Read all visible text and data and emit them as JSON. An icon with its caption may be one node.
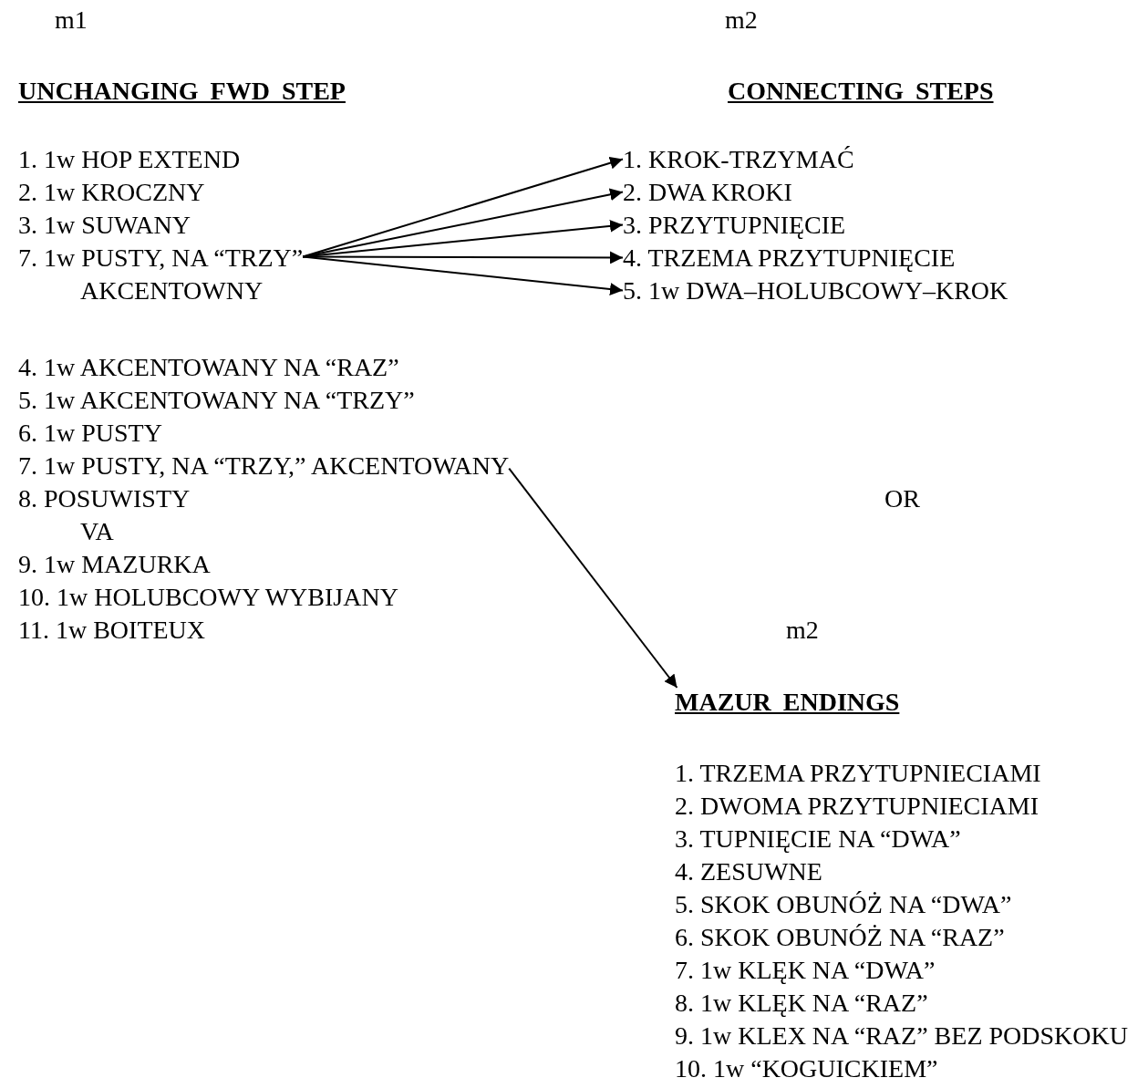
{
  "diagram": {
    "nodes": [
      {
        "text": [
          "1. 1w HOP EXTEND",
          "2. 1w KROCZNY",
          "3. 1w SUWANY",
          "7. 1w PUSTY, NA “TRZY” AKCENTOWNY"
        ]
      },
      {
        "text": [
          "1. KROK-TRZYMAĆ"
        ]
      },
      {
        "text": [
          "2. DWA KROKI"
        ]
      },
      {
        "text": [
          "3. PRZYTUPNIĘCIE"
        ]
      },
      {
        "text": [
          "4. TRZEMA PRZYTUPNIĘCIE"
        ]
      },
      {
        "text": [
          "5. 1w DWA–HOLUBCOWY–KROK"
        ]
      },
      {
        "text": [
          "7. 1w PUSTY, NA “TRZY,” AKCENTOWANY"
        ]
      },
      {
        "text": [
          "MAZUR ENDINGS"
        ]
      }
    ],
    "edges": [
      {
        "from": 0,
        "to": 1,
        "arrow": "to"
      },
      {
        "from": 0,
        "to": 2,
        "arrow": "to"
      },
      {
        "from": 0,
        "to": 3,
        "arrow": "to"
      },
      {
        "from": 0,
        "to": 4,
        "arrow": "to"
      },
      {
        "from": 0,
        "to": 5,
        "arrow": "to"
      },
      {
        "from": 6,
        "to": 7,
        "arrow": "to"
      }
    ],
    "labels": [
      "m1",
      "m2",
      "UNCHANGING FWD STEP",
      "CONNECTING STEPS",
      "4. 1w AKCENTOWANY NA “RAZ”",
      "5. 1w AKCENTOWANY NA “TRZY”",
      "6. 1w PUSTY",
      "8. POSUWISTY VA",
      "OR",
      "9. 1w MAZURKA",
      "10. 1w HOLUBCOWY WYBIJANY",
      "11. 1w BOITEUX",
      "m2",
      "1. TRZEMA PRZYTUPNIECIAMI",
      "2. DWOMA PRZYTUPNIECIAMI",
      "3. TUPNIĘCIE NA “DWA”",
      "4. ZESUWNE",
      "5. SKOK OBUNÓŻ NA “DWA”",
      "6. SKOK OBUNÓŻ NA “RAZ”",
      "7. 1w KLĘK NA “DWA”",
      "8. 1w KLĘK NA “RAZ”",
      "9. 1w KLEX NA “RAZ” BEZ PODSKOKU",
      "10. 1w “KOGUICKIEM”"
    ]
  }
}
